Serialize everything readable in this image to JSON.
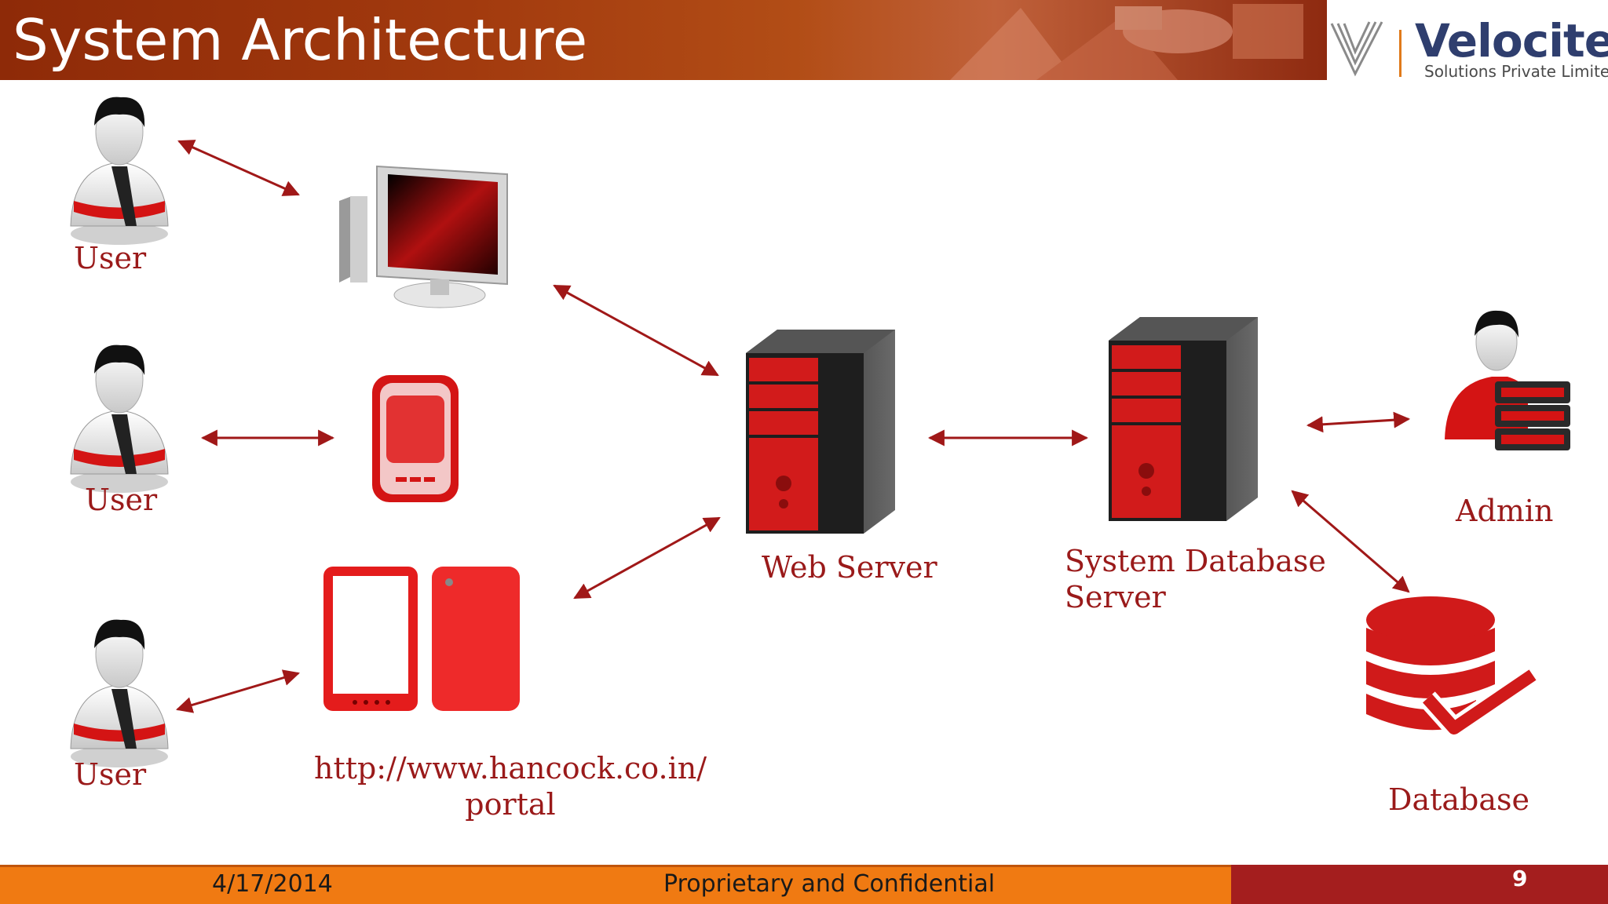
{
  "header": {
    "title": "System Architecture",
    "logo_name": "Velociter",
    "logo_subtitle": "Solutions Private Limited"
  },
  "colors": {
    "accent_red": "#9a1a1a",
    "arrow": "#a01818",
    "header_brown": "#a23a0e",
    "footer_orange": "#f07a12",
    "footer_red": "#a41e1e"
  },
  "nodes": {
    "user_top": "User",
    "user_middle": "User",
    "user_bottom": "User",
    "portal_url_line1": "http://www.hancock.co.in/",
    "portal_url_line2": "portal",
    "web_server": "Web Server",
    "db_server_line1": "System Database",
    "db_server_line2": "Server",
    "admin": "Admin",
    "database": "Database"
  },
  "icons": [
    "user-icon",
    "desktop-computer-icon",
    "mobile-phone-icon",
    "tablet-icon",
    "server-tower-icon",
    "admin-icon",
    "database-check-icon"
  ],
  "footer": {
    "date": "4/17/2014",
    "confidential": "Proprietary and Confidential",
    "page_number": "9"
  }
}
